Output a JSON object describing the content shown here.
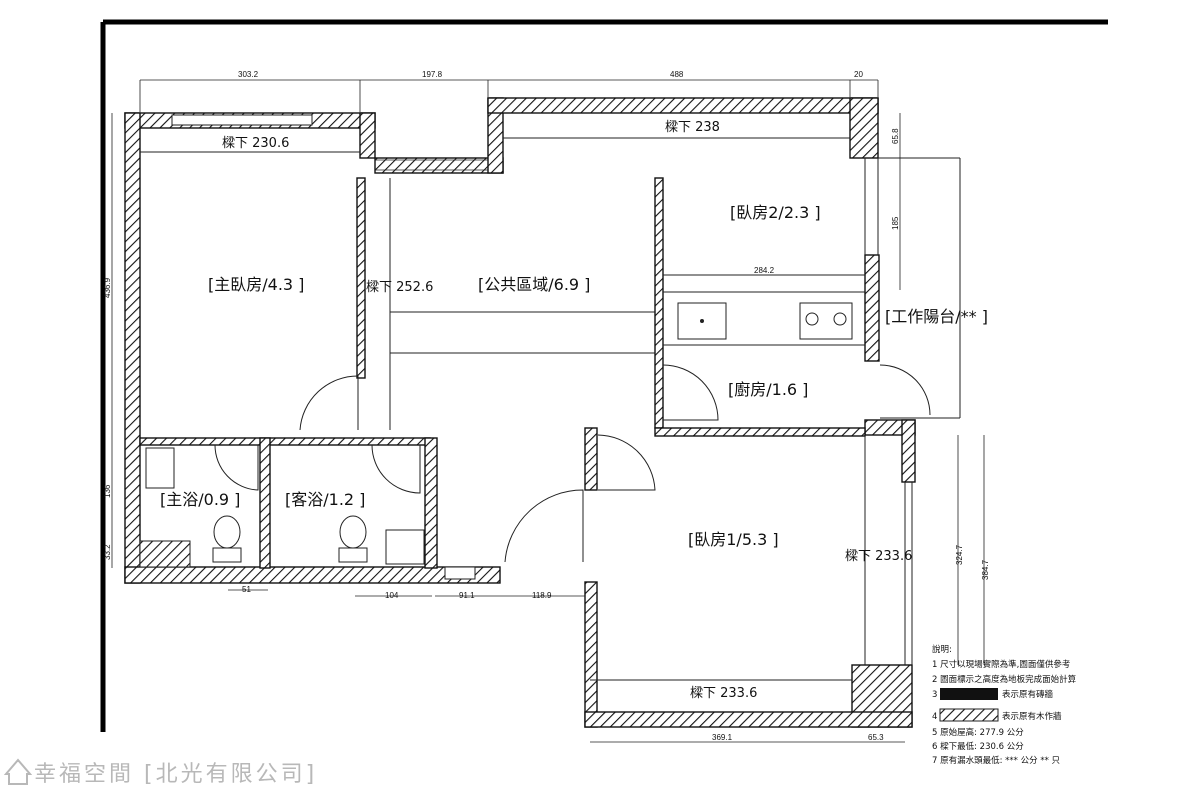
{
  "rooms": {
    "master_bedroom": "[主臥房/4.3 ]",
    "public_area": "[公共區域/6.9 ]",
    "bedroom2": "[臥房2/2.3 ]",
    "work_balcony": "[工作陽台/** ]",
    "kitchen": "[廚房/1.6 ]",
    "master_bath": "[主浴/0.9 ]",
    "guest_bath": "[客浴/1.2 ]",
    "bedroom1": "[臥房1/5.3 ]"
  },
  "ceiling_heights": {
    "master": "樑下 230.6",
    "top": "樑下 238",
    "middle": "樑下 252.6",
    "bedroom1_right": "樑下 233.6",
    "bedroom1_bottom": "樑下 233.6"
  },
  "dimensions": {
    "top_left": "303.2",
    "top_mid": "197.8",
    "top_right": "488",
    "top_end": "20",
    "right_top": "65.8",
    "right_mid": "185",
    "kitchen_width": "284.2",
    "left_tall": "436.9",
    "left_mid": "136",
    "left_bottom": "33.2",
    "bottom_51": "51",
    "bottom_104": "104",
    "bottom_91": "91.1",
    "bottom_118": "118.9",
    "right_324": "324.7",
    "right_384": "384.7",
    "bottom_369": "369.1",
    "bottom_65": "65.3"
  },
  "notes": {
    "title": "說明:",
    "line1": "1 尺寸以現場實際為準,圖面僅供參考",
    "line2": "2 圖面標示之高度為地板完成面始計算",
    "line3_num": "3",
    "line3_text": "表示原有磚牆",
    "line4_num": "4",
    "line4_text": "表示原有木作牆",
    "line5": "5 原始屋高: 277.9 公分",
    "line6": "6 樑下最低: 230.6 公分",
    "line7": "7 原有漏水頭最低: *** 公分 ** 只"
  },
  "watermark": "幸福空間 [北光有限公司]"
}
